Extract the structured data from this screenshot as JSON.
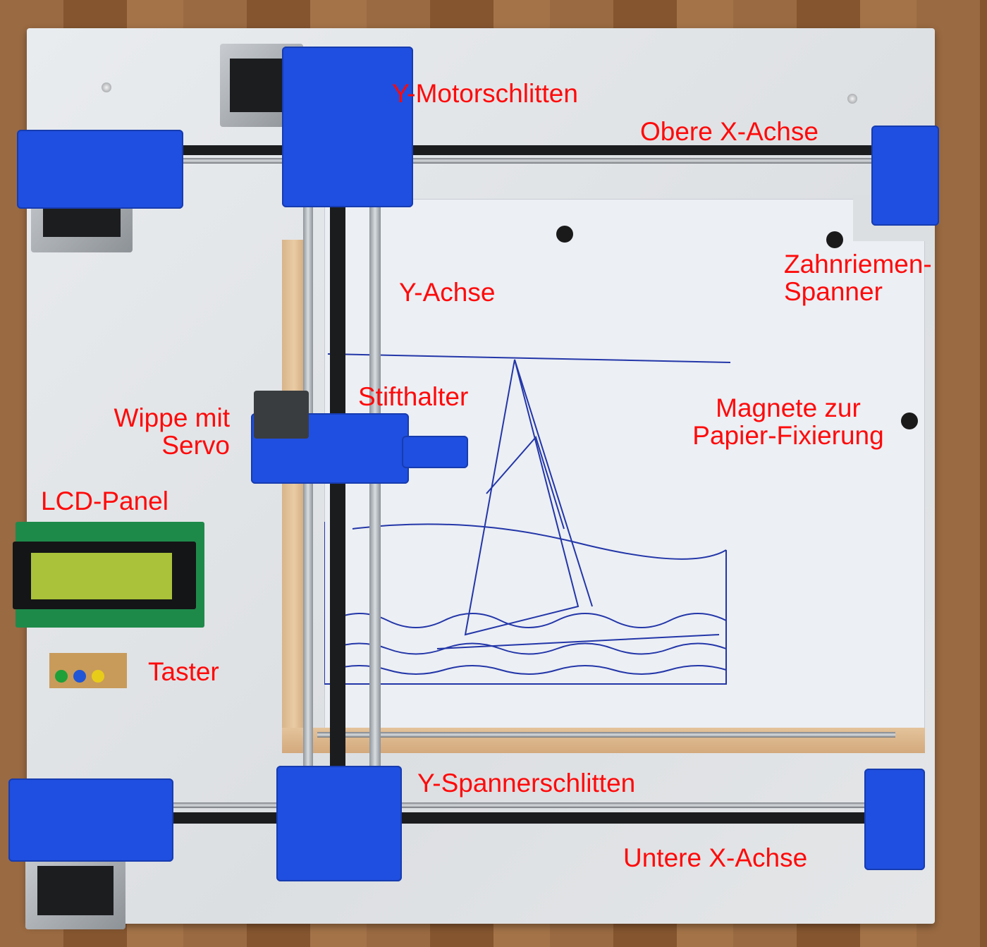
{
  "photo": {
    "subject": "Selbstgebauter Stift-Plotter (Pen plotter) mit beschrifteten Baugruppen",
    "colors": {
      "label": "#ff0a0a",
      "printed_parts": "#1f4fe0",
      "board": "#e4e6e8",
      "paper": "#eceff4",
      "lcd_screen": "#a9c23a",
      "lcd_pcb": "#1e8a4a"
    }
  },
  "labels": {
    "y_motorschlitten": "Y-Motorschlitten",
    "obere_x_achse": "Obere X-Achse",
    "zahnriemen_spanner_line1": "Zahnriemen-",
    "zahnriemen_spanner_line2": "Spanner",
    "y_achse": "Y-Achse",
    "stifthalter": "Stifthalter",
    "wippe_line1": "Wippe mit",
    "wippe_line2": "Servo",
    "magnete_line1": "Magnete zur",
    "magnete_line2": "Papier-Fixierung",
    "lcd_panel": "LCD-Panel",
    "taster": "Taster",
    "y_spannerschlitten": "Y-Spannerschlitten",
    "untere_x_achse": "Untere X-Achse"
  },
  "buttons": [
    {
      "color": "#1fa038",
      "name": "green"
    },
    {
      "color": "#2156d6",
      "name": "blue"
    },
    {
      "color": "#e8cc1a",
      "name": "yellow"
    }
  ]
}
